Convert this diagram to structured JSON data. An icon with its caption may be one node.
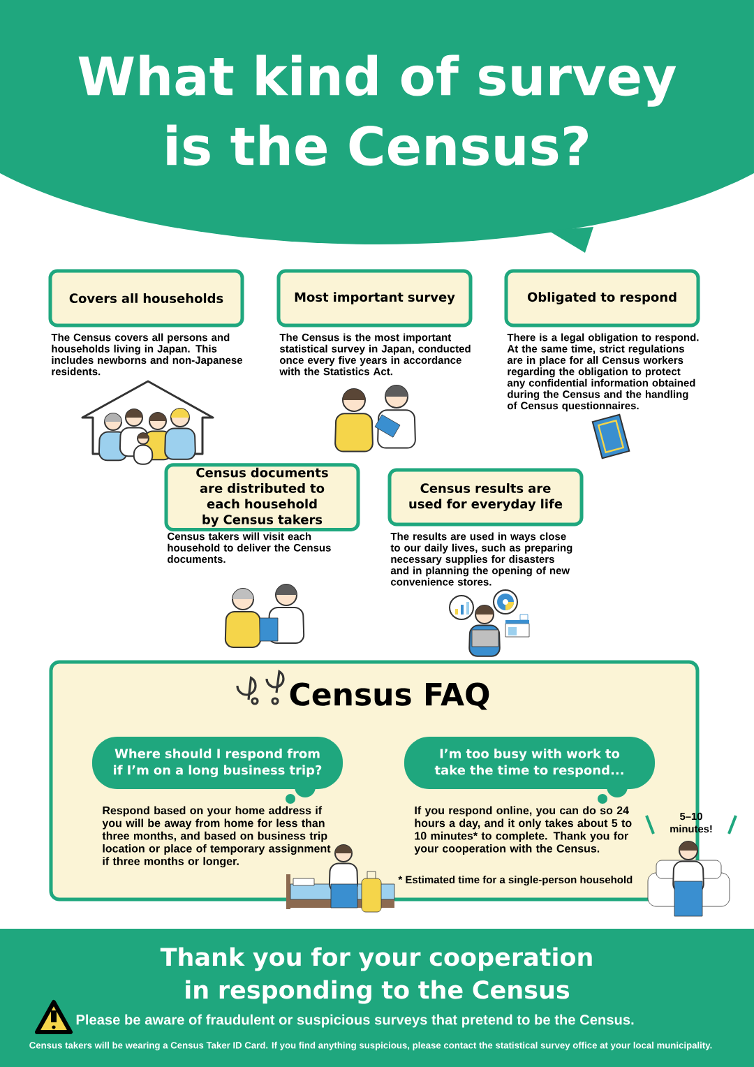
{
  "diagram": {
    "title": "What kind of survey is the Census?",
    "nodes": [
      {
        "text": [
          "Covers all households"
        ],
        "beside": [
          "The Census covers all persons and households living in Japan. This includes newborns and non-Japanese residents."
        ]
      },
      {
        "text": [
          "Most important survey"
        ],
        "beside": [
          "The Census is the most important statistical survey in Japan, conducted once every five years in accordance with the Statistics Act."
        ]
      },
      {
        "text": [
          "Obligated to respond"
        ],
        "beside": [
          "There is a legal obligation to respond. At the same time, strict regulations are in place for all Census workers regarding the obligation to protect any confidential information obtained during the Census and the handling of Census questionnaires."
        ]
      },
      {
        "text": [
          "Census documents are distributed to each household by Census takers"
        ],
        "beside": [
          "Census takers will visit each household to deliver the Census documents."
        ]
      },
      {
        "text": [
          "Census results are used for everyday life"
        ],
        "beside": [
          "The results are used in ways close to our daily lives, such as preparing necessary supplies for disasters and in planning the opening of new convenience stores."
        ]
      },
      {
        "text": [
          "Census FAQ"
        ]
      },
      {
        "text": [
          "Where should I respond from if I’m on a long business trip?"
        ],
        "in": 5,
        "beside": [
          "Respond based on your home address if you will be away from home for less than three months, and based on business trip location or place of temporary assignment if three months or longer."
        ]
      },
      {
        "text": [
          "I’m too busy with work to take the time to respond..."
        ],
        "in": 5,
        "beside": [
          "If you respond online, you can do so 24 hours a day, and it only takes about 5 to 10 minutes* to complete. Thank you for your cooperation with the Census.",
          "* Estimated time for a single-person household"
        ]
      },
      {
        "text": [
          "Thank you for your cooperation in responding to the Census",
          "Please be aware of fraudulent or suspicious surveys that pretend to be the Census.",
          "Census takers will be wearing a Census Taker ID Card. If you find anything suspicious, please contact the statistical survey office at your local municipality."
        ]
      }
    ],
    "labels": [
      "5–10 minutes!"
    ]
  }
}
